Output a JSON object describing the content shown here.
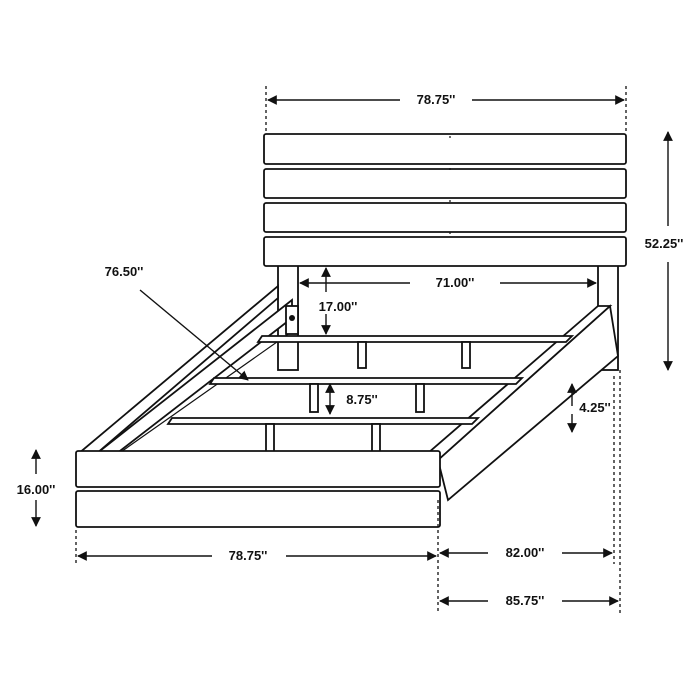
{
  "dimensions": {
    "headboard_width": "78.75''",
    "headboard_height": "52.25''",
    "inner_width": "71.00''",
    "headboard_clearance": "17.00''",
    "diagonal": "76.50''",
    "slat_gap": "8.75''",
    "rail_height": "4.25''",
    "footboard_height": "16.00''",
    "footboard_width": "78.75''",
    "rail_length": "82.00''",
    "overall_length": "85.75''"
  }
}
